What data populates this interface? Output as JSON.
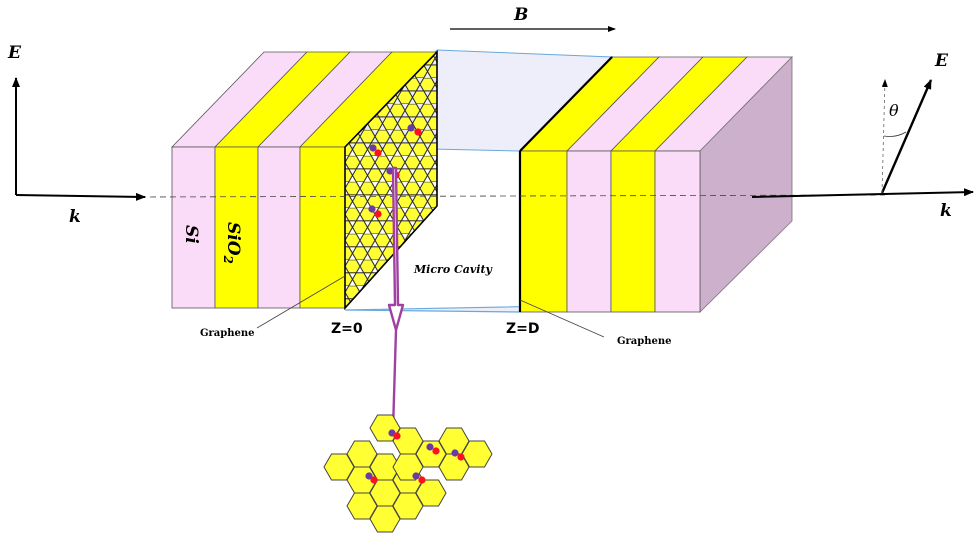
{
  "labels": {
    "b_field": "B",
    "e_left": "E",
    "k_left": "k",
    "e_right": "E",
    "k_right": "k",
    "theta": "θ",
    "si": "Si",
    "sio2_main": "SiO",
    "sio2_sub": "2",
    "micro_cavity": "Micro Cavity",
    "z0": "Z=0",
    "zd": "Z=D",
    "graphene_left": "Graphene",
    "graphene_right": "Graphene"
  },
  "colors": {
    "si_layer": "#fadcf8",
    "sio2_layer": "#ffff00",
    "cavity": "#eeeefa",
    "side_face": "#ccb0cc",
    "graphene_cell": "#ffff33",
    "arrow_purple": "#a040a0",
    "electron_red": "#ff1020",
    "electron_purple": "#6a3aa8"
  }
}
